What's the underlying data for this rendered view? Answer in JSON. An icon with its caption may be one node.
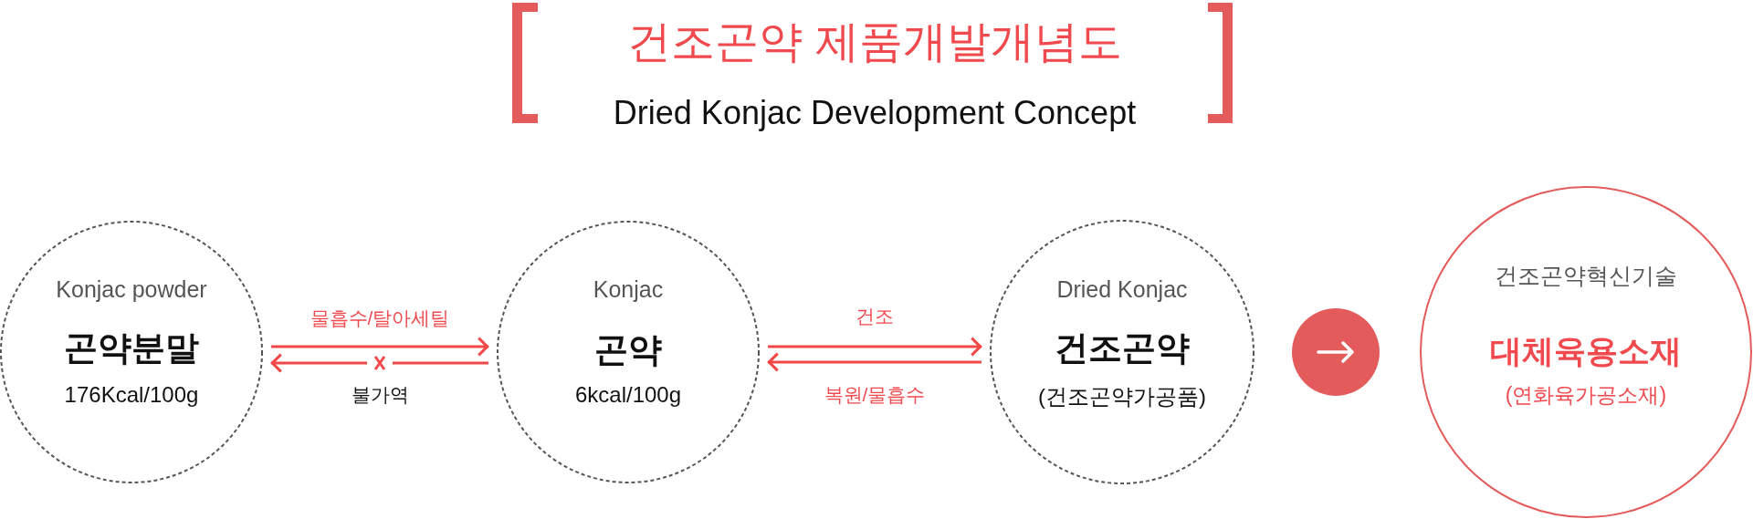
{
  "diagram": {
    "title": "건조곤약 제품개발개념도",
    "nodes": [
      {
        "text": [
          "Konjac powder",
          "곤약분말",
          "176Kcal/100g"
        ]
      },
      {
        "text": [
          "Konjac",
          "곤약",
          "6kcal/100g"
        ]
      },
      {
        "text": [
          "Dried Konjac",
          "건조곤약",
          "(건조곤약가공품)"
        ]
      },
      {
        "text": [],
        "shape": "circle"
      },
      {
        "text": [
          "건조곤약혁신기술",
          "대체육용소재",
          "(연화육가공소재)"
        ]
      }
    ],
    "edges": [
      {
        "from": 0,
        "to": 1,
        "arrow": "to",
        "label": "물흡수/탈아세틸"
      },
      {
        "from": 1,
        "to": 0,
        "arrow": "to",
        "label": "불가역"
      },
      {
        "from": 1,
        "to": 2,
        "arrow": "to",
        "label": "건조"
      },
      {
        "from": 2,
        "to": 1,
        "arrow": "to",
        "label": "복원/물흡수"
      }
    ],
    "labels": [
      "Dried Konjac Development Concept"
    ]
  }
}
